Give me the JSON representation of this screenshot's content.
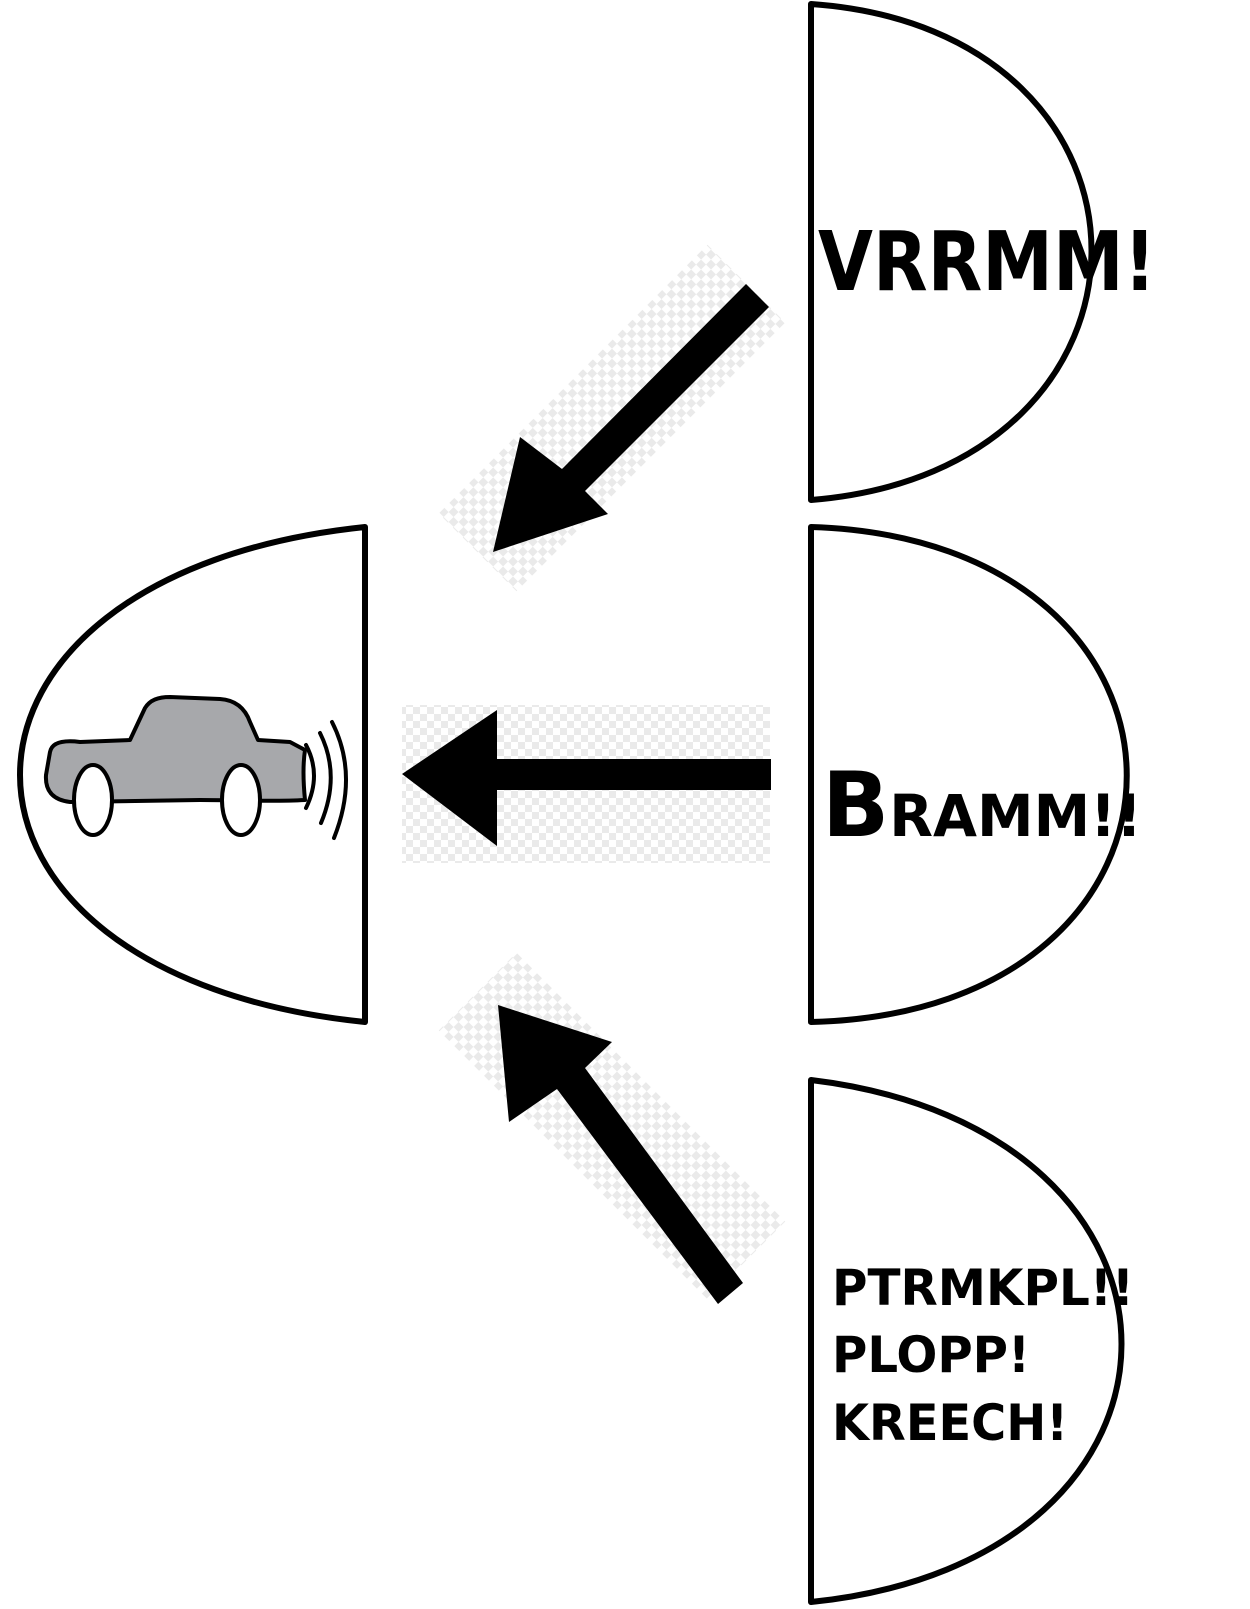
{
  "bubbles": {
    "top": {
      "text": "VRRMM!"
    },
    "middle": {
      "text_big": "B",
      "text_small": "RAMM!!"
    },
    "bottom": {
      "lines": [
        "PTRMKPL!!",
        "PLOPP!",
        "KREECH!"
      ]
    }
  },
  "receiver": {
    "icon": "car-icon",
    "waves_icon": "sound-waves-icon"
  },
  "colors": {
    "car": "#a7a8ab",
    "checker": "#e6e6e6"
  }
}
